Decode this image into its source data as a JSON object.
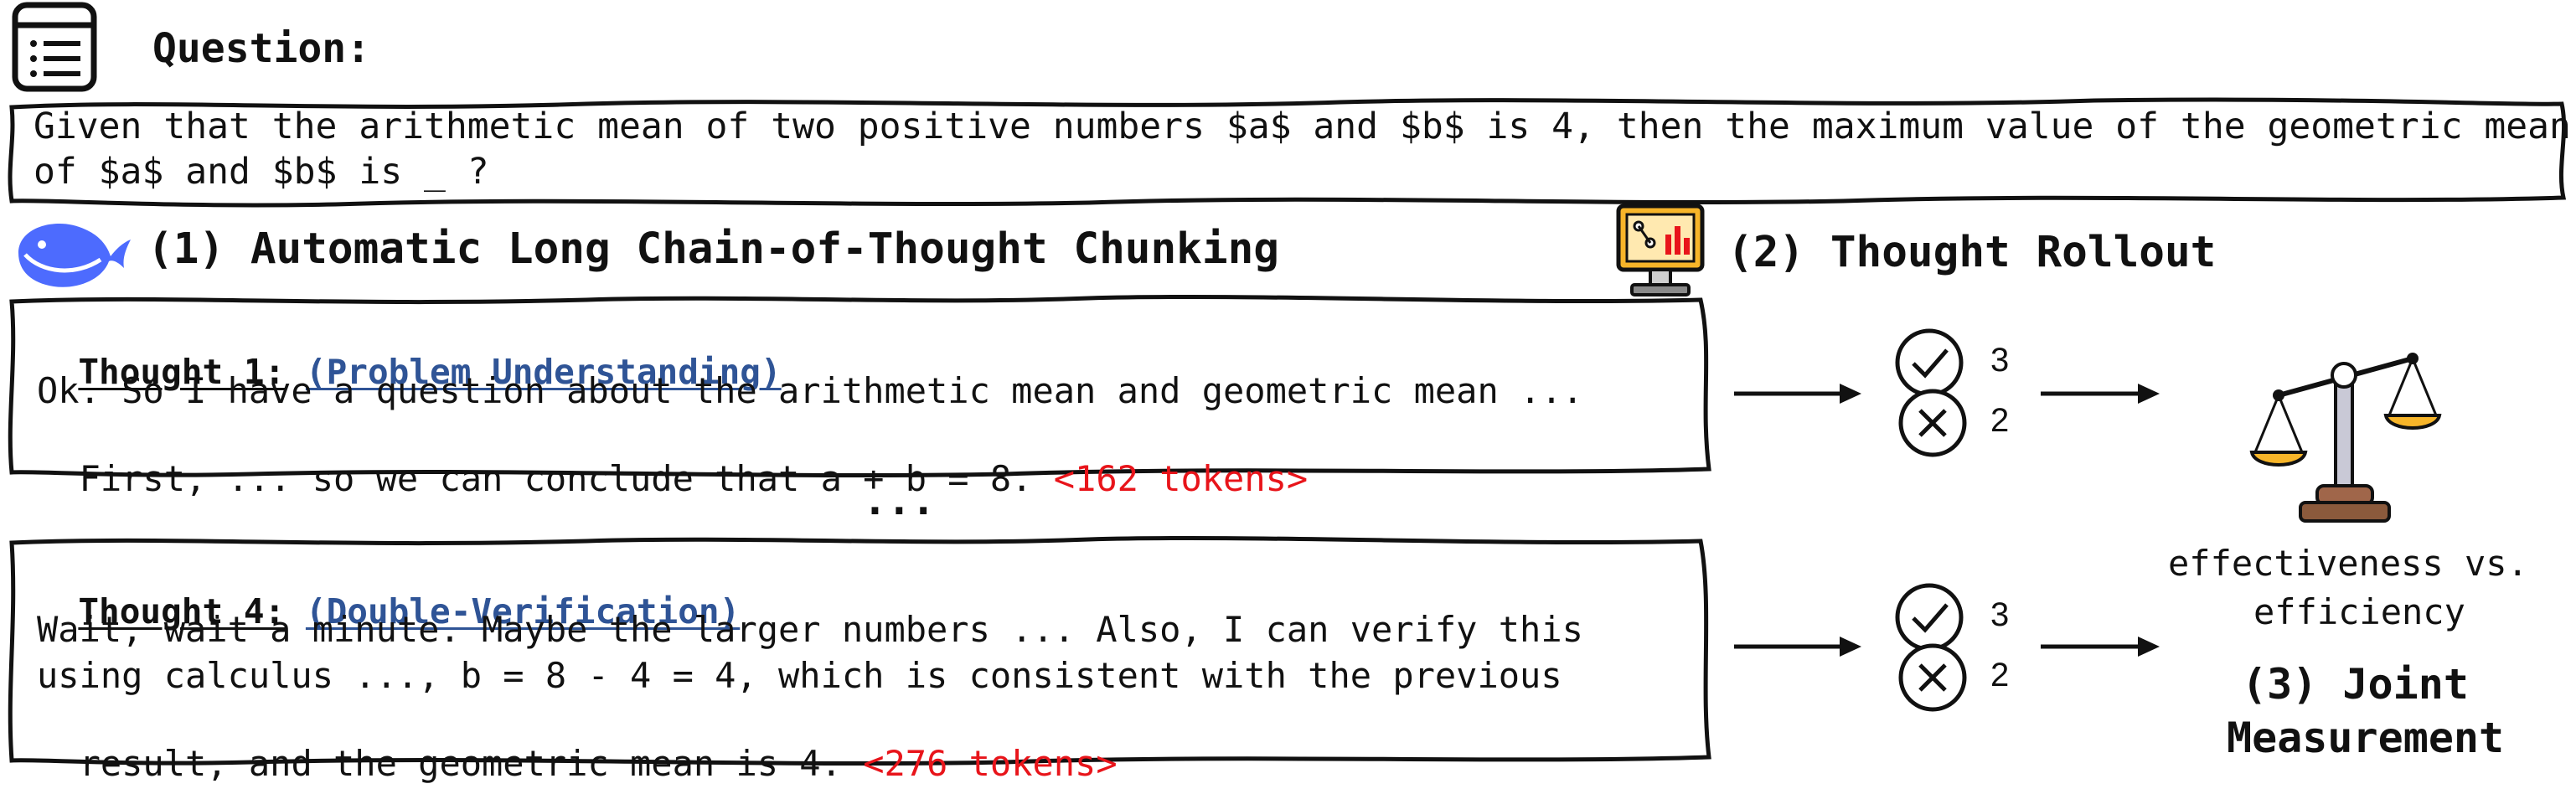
{
  "question": {
    "heading": "Question:",
    "line1": "Given that the arithmetic mean of two positive numbers $a$ and $b$ is 4, then the maximum value of the geometric mean",
    "line2": "of $a$ and $b$ is _ ?"
  },
  "section1": {
    "title": "(1) Automatic Long Chain-of-Thought Chunking"
  },
  "section2": {
    "title": "(2) Thought Rollout"
  },
  "section3": {
    "title_line1": "(3) Joint",
    "title_line2": "Measurement",
    "caption_line1": "effectiveness vs.",
    "caption_line2": "efficiency"
  },
  "thought1": {
    "label": "Thought 1:",
    "tag": "(Problem Understanding)",
    "line1": "Ok. So I have a question about the arithmetic mean and geometric mean ...",
    "line2": "First, ... so we can conclude that a + b = 8.",
    "tokens": "<162 tokens>"
  },
  "ellipsis": "...",
  "thought4": {
    "label": "Thought 4:",
    "tag": "(Double-Verification)",
    "line1": "Wait, wait a minute. Maybe the larger numbers ... Also, I can verify this",
    "line2": "using calculus ..., b = 8 - 4 = 4, which is consistent with the previous",
    "line3": "result, and the geometric mean is 4.",
    "tokens": "<276 tokens>"
  },
  "rollout1": {
    "correct": "3",
    "wrong": "2"
  },
  "rollout2": {
    "correct": "3",
    "wrong": "2"
  },
  "icons": [
    "document-list-icon",
    "whale-logo-icon",
    "monitor-chart-icon",
    "check-circle-icon",
    "cross-circle-icon",
    "balance-scale-icon"
  ],
  "colors": {
    "tag_blue": "#2f5496",
    "token_red": "#e8141a",
    "whale_blue": "#4d6bfe",
    "scale_gold": "#f7b529",
    "scale_brown": "#8b5a3c"
  }
}
